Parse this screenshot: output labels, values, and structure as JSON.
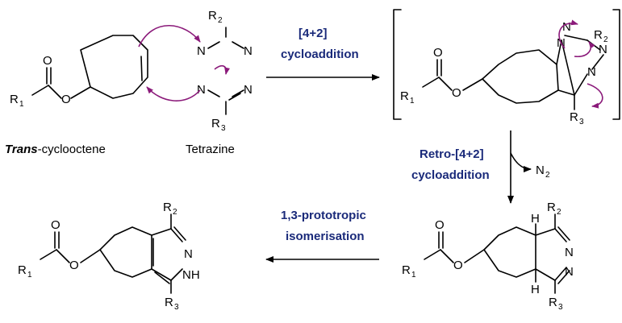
{
  "labels": {
    "step1_line1": "[4+2]",
    "step1_line2": "cycloaddition",
    "step2_line1": "Retro-[4+2]",
    "step2_line2": "cycloaddition",
    "step3_line1": "1,3-prototropic",
    "step3_line2": "isomerisation",
    "byproduct": "N",
    "byproduct_sub": "2"
  },
  "captions": {
    "tco_italic": "Trans",
    "tco_rest": "-cyclooctene",
    "tetrazine": "Tetrazine"
  },
  "atoms": {
    "O": "O",
    "N": "N",
    "NH": "NH",
    "H": "H",
    "R": "R",
    "sub1": "1",
    "sub2": "2",
    "sub3": "3"
  },
  "colors": {
    "arrow_pushing": "#8b1a7a",
    "reaction_label": "#1a2a7a"
  }
}
